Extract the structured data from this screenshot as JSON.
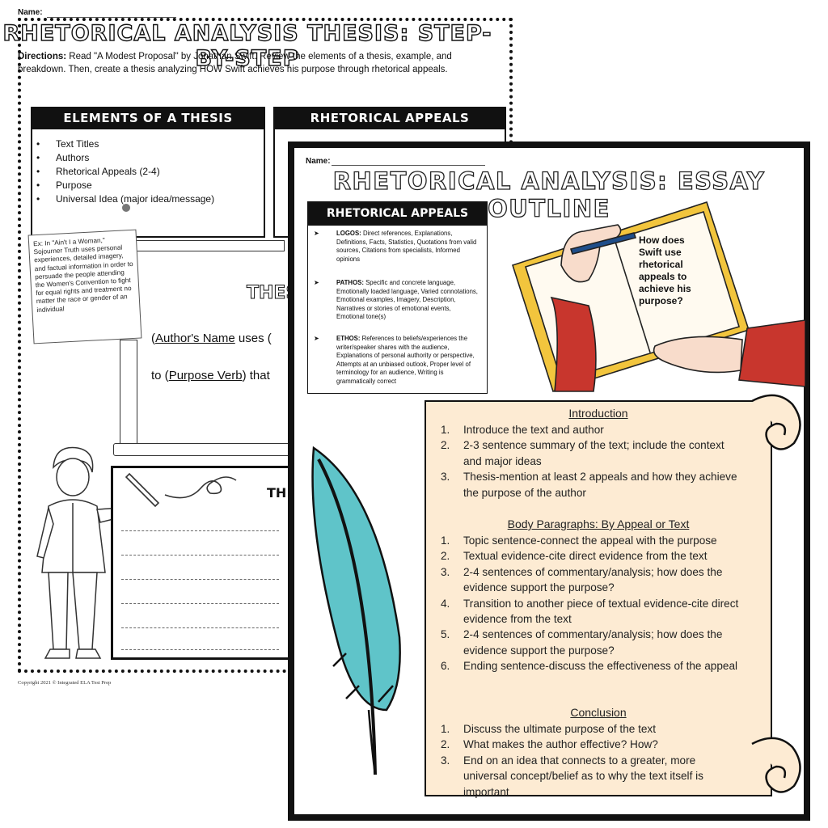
{
  "back_sheet": {
    "name_label": "Name:",
    "title": "RHETORICAL ANALYSIS THESIS: STEP-BY-STEP",
    "directions_label": "Directions:",
    "directions_text": "Read \"A Modest Proposal\" by Jonathan Swift.  Review the elements of a thesis, example, and breakdown. Then, create a thesis analyzing HOW Swift achieves his purpose through rhetorical appeals.",
    "elements_header": "ELEMENTS OF A THESIS",
    "appeals_header": "RHETORICAL APPEALS",
    "elements": [
      "Text Titles",
      "Authors",
      "Rhetorical Appeals (2-4)",
      "Purpose",
      "Universal Idea (major idea/message)"
    ],
    "example_note": "Ex: In \"Ain't I a Woman,\" Sojourner Truth uses personal experiences, detailed imagery, and factual information in order to persuade the people attending the Women's Convention to fight for equal rights and treatment no matter the race or gender of an individual",
    "thesis_partial": "THESI",
    "line1_author": "Author's Name",
    "line1_rest": " uses (",
    "line2_prefix": "to (",
    "line2_purpose": "Purpose Verb",
    "line2_rest": ") that",
    "thesis_small": "TH",
    "copyright": "Copyright 2021 © Integrated ELA Test Prep"
  },
  "front_sheet": {
    "name_label": "Name:",
    "title": "RHETORICAL ANALYSIS: ESSAY OUTLINE",
    "appeals_header": "RHETORICAL APPEALS",
    "appeals": [
      {
        "label": "LOGOS:",
        "text": "Direct references, Explanations, Definitions, Facts, Statistics, Quotations from valid sources, Citations from specialists, Informed opinions"
      },
      {
        "label": "PATHOS:",
        "text": "Specific and concrete language, Emotionally loaded language, Varied connotations, Emotional examples, Imagery, Description, Narratives or stories of emotional events, Emotional tone(s)"
      },
      {
        "label": "ETHOS:",
        "text": "References to beliefs/experiences the writer/speaker shares with the audience, Explanations of personal authority or perspective, Attempts at an unbiased outlook, Proper level of terminology for an audience, Writing is grammatically correct"
      }
    ],
    "book_question": "How does Swift use rhetorical appeals to achieve his purpose?",
    "introduction_title": "Introduction",
    "introduction": [
      "Introduce the text and author",
      "2-3 sentence summary of the text; include the context and major ideas",
      "Thesis-mention at least 2 appeals and how they achieve the purpose of the author"
    ],
    "body_title": "Body Paragraphs: By Appeal or Text",
    "body": [
      "Topic sentence-connect the appeal with the purpose",
      "Textual evidence-cite direct evidence from the text",
      "2-4 sentences of commentary/analysis; how does the evidence support the purpose?",
      "Transition to another piece of textual evidence-cite direct evidence from the text",
      "2-4 sentences of commentary/analysis; how does the evidence support the purpose?",
      "Ending sentence-discuss the effectiveness of the appeal"
    ],
    "conclusion_title": "Conclusion",
    "conclusion": [
      "Discuss the ultimate purpose of the text",
      "What makes the author effective? How?",
      "End on an idea that connects to a greater, more universal concept/belief as to why the text itself is important"
    ],
    "colors": {
      "scroll": "#fdebd3",
      "feather": "#5fc4c9",
      "book": "#f2c53d",
      "sleeve": "#c8362d"
    }
  }
}
